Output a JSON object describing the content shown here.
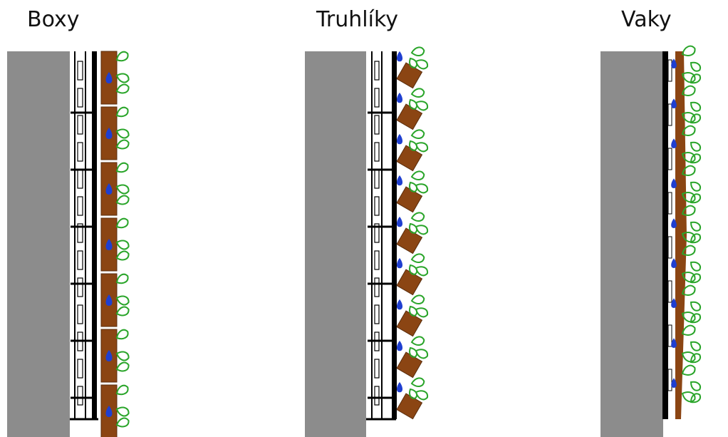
{
  "panels": [
    {
      "id": "boxy",
      "title": "Boxy"
    },
    {
      "id": "truhliky",
      "title": "Truhlíky"
    },
    {
      "id": "vaky",
      "title": "Vaky"
    }
  ],
  "colors": {
    "wall": "#8c8c8c",
    "frame": "#000000",
    "substrate": "#8b4513",
    "water": "#1f3fd0",
    "plant": "#2aa52a",
    "background": "#ffffff"
  }
}
